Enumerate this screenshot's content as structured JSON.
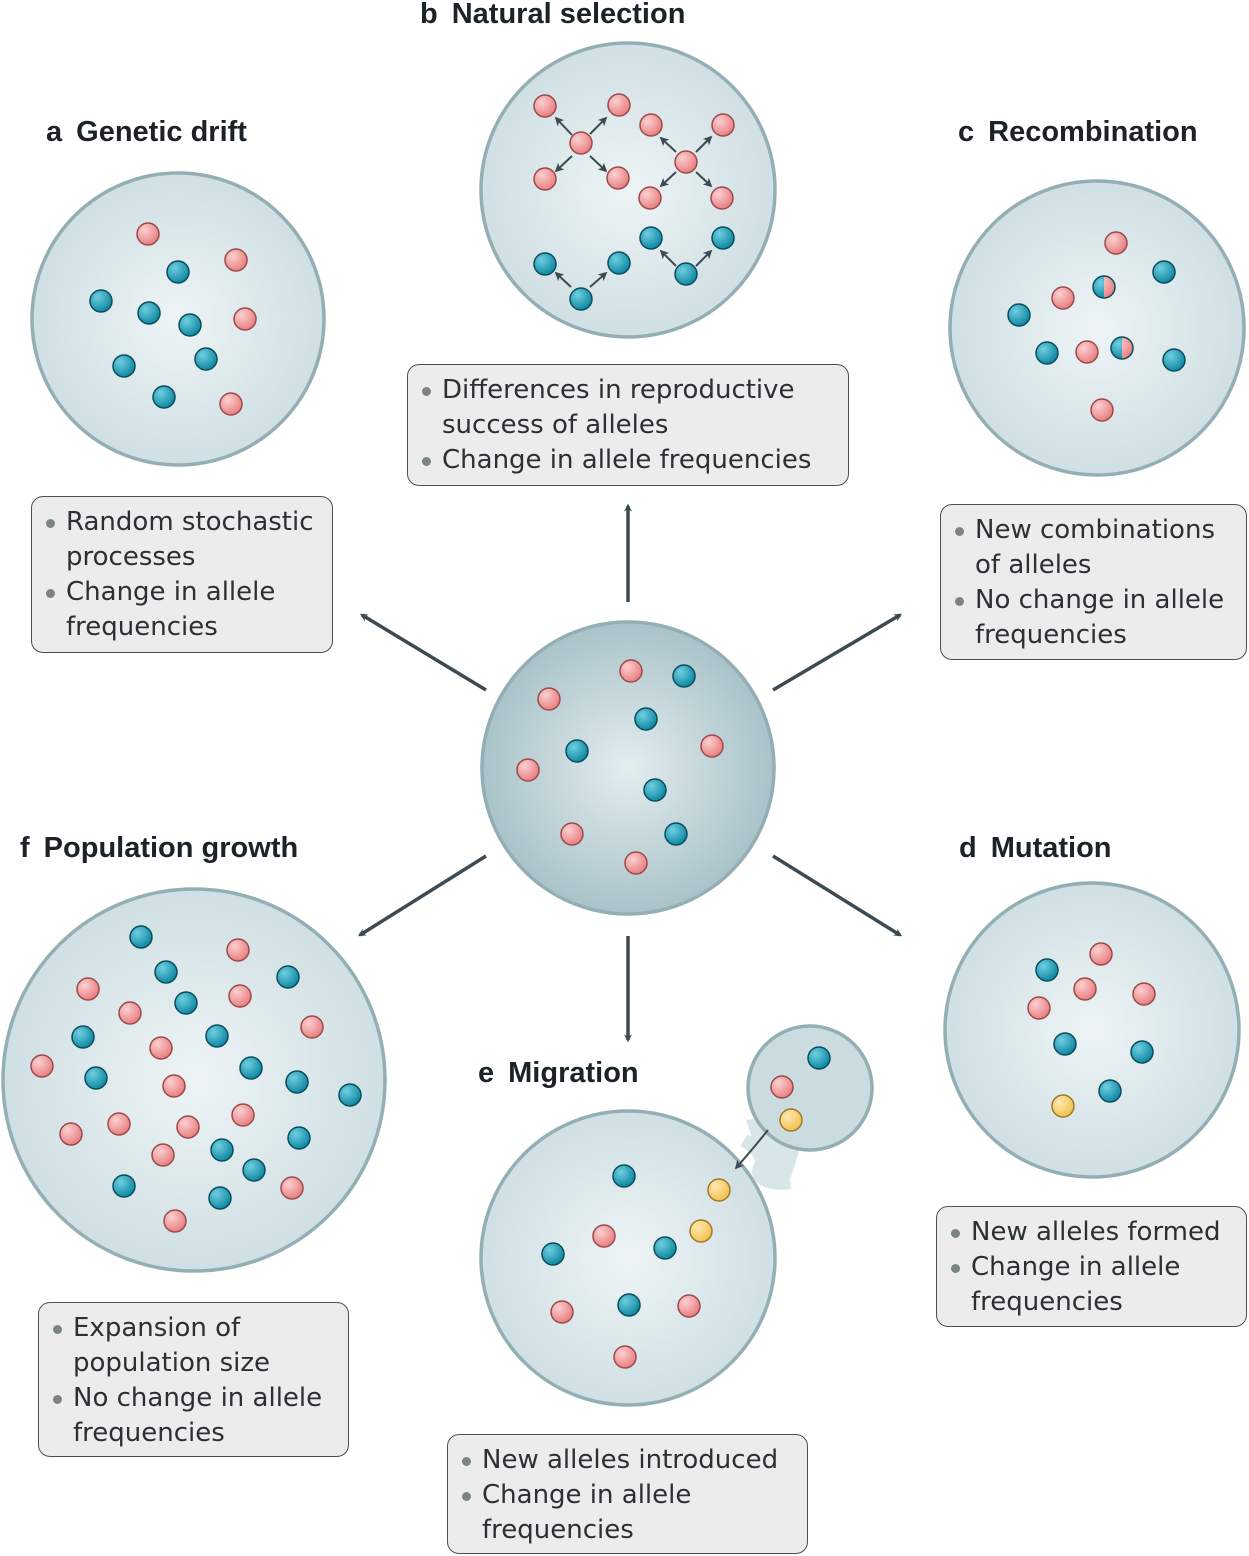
{
  "colors": {
    "allele_red": "#ef8e8e",
    "allele_blue": "#1c9cb6",
    "allele_yellow": "#f7cd62",
    "circle_fill": "#dce7ea",
    "circle_edge": "#93afb4",
    "center_fill": "#c3d6da",
    "arrow": "#3e4a51"
  },
  "panels": {
    "a": {
      "letter": "a",
      "title": "Genetic drift",
      "bullets": [
        "Random stochastic processes",
        "Change in allele frequencies"
      ]
    },
    "b": {
      "letter": "b",
      "title": "Natural selection",
      "bullets": [
        "Differences in reproductive success of alleles",
        "Change in allele frequencies"
      ]
    },
    "c": {
      "letter": "c",
      "title": "Recombination",
      "bullets": [
        "New combinations of alleles",
        "No change in allele frequencies"
      ]
    },
    "d": {
      "letter": "d",
      "title": "Mutation",
      "bullets": [
        "New alleles formed",
        "Change in allele frequencies"
      ]
    },
    "e": {
      "letter": "e",
      "title": "Migration",
      "bullets": [
        "New alleles introduced",
        "Change in allele frequencies"
      ]
    },
    "f": {
      "letter": "f",
      "title": "Population growth",
      "bullets": [
        "Expansion of population size",
        "No change in allele frequencies"
      ]
    }
  }
}
